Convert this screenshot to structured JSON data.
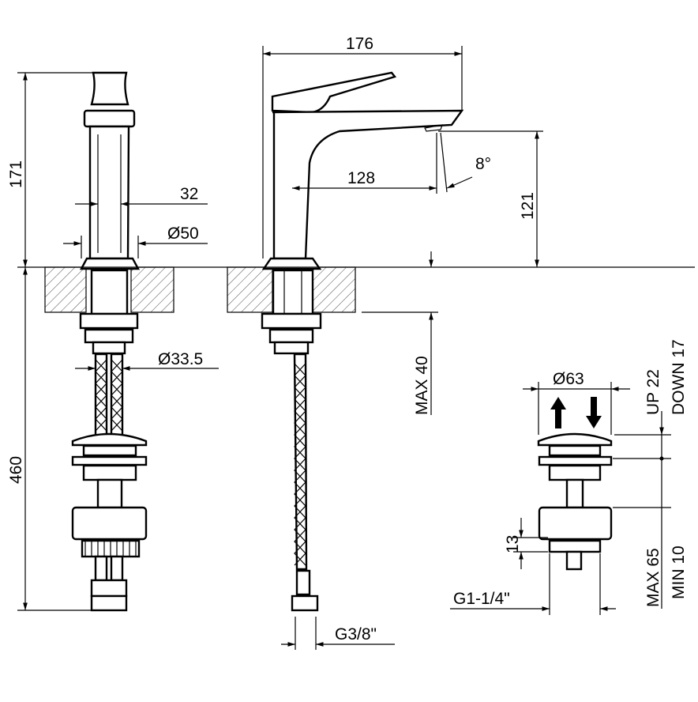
{
  "dimensions": {
    "total_height": "171",
    "body_width": "32",
    "base_diameter": "Ø50",
    "hose_diameter": "Ø33.5",
    "hose_length": "460",
    "overall_length": "176",
    "spout_reach": "128",
    "spout_angle": "8°",
    "spout_height": "121",
    "max_deck": "MAX 40",
    "drain_head_diameter": "Ø63",
    "up_travel": "UP 22",
    "down_travel": "DOWN 17",
    "flange_height": "13",
    "max_thickness": "MAX 65",
    "min_thickness": "MIN 10",
    "drain_thread": "G1-1/4\"",
    "hose_thread": "G3/8\""
  },
  "colors": {
    "line": "#000000",
    "background": "#ffffff"
  },
  "icons": [
    "arrow-up-icon",
    "arrow-down-icon"
  ]
}
